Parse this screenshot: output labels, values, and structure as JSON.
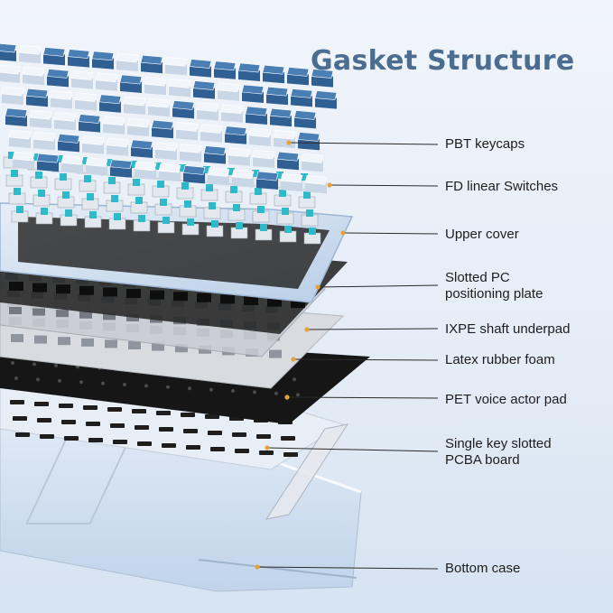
{
  "title": "Gasket Structure",
  "colors": {
    "title": "#4b6d8f",
    "keycap_blue": "#4a7fb5",
    "keycap_white": "#f2f6fb",
    "switch_teal": "#2fb9c9",
    "case_blue": "#c6d8ec",
    "plate_black": "#1b1b1b",
    "accent_dot": "#e6a23c"
  },
  "layers": [
    {
      "label": "PBT keycaps"
    },
    {
      "label": "FD linear  Switches"
    },
    {
      "label": "Upper cover"
    },
    {
      "label": "Slotted PC\npositioning plate"
    },
    {
      "label": "IXPE shaft underpad"
    },
    {
      "label": "Latex rubber foam"
    },
    {
      "label": "PET voice actor pad"
    },
    {
      "label": "Single key slotted\nPCBA board"
    },
    {
      "label": "Bottom case"
    }
  ]
}
